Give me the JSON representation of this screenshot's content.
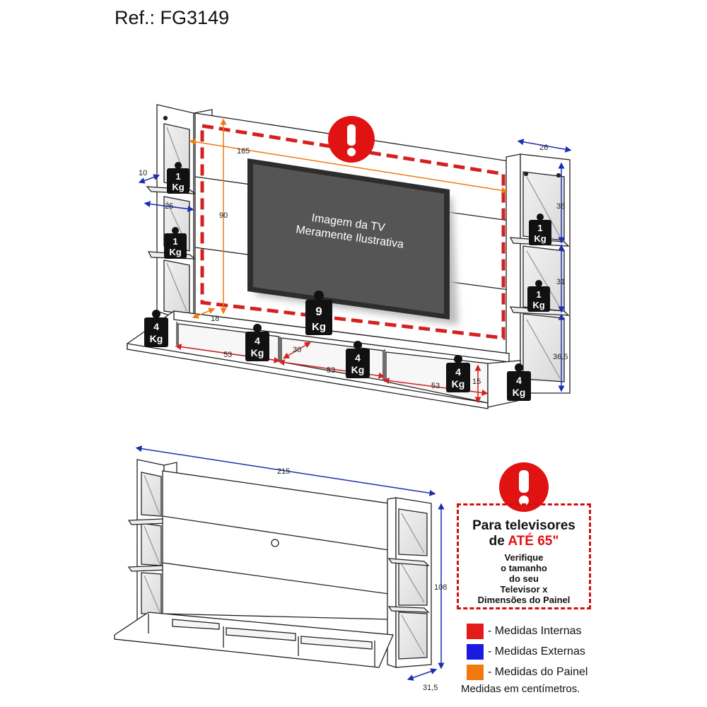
{
  "reference": "Ref.: FG3149",
  "tv_label": [
    "Imagem da TV",
    "Meramente Ilustrativa"
  ],
  "weights": {
    "shelf": "1",
    "tv": "9",
    "drawer": "4",
    "unit": "Kg"
  },
  "dimensions": {
    "top_width_internal": "165",
    "panel_height": "90",
    "side_depth": "26",
    "shelf_depth_10": "10",
    "shelf_width_25": "25",
    "shelf_gap_38": "38",
    "shelf_gap_31": "31",
    "shelf_gap_36": "36,5",
    "base_depth_18": "18",
    "niche_width_left": "53",
    "niche_width_mid": "53",
    "niche_width_right": "53",
    "niche_depth_30": "30",
    "niche_height_15": "15",
    "overall_width": "215",
    "overall_height": "108",
    "overall_depth": "31,5"
  },
  "warning": {
    "title_line1": "Para televisores",
    "title_line2_prefix": "de ",
    "title_line2_highlight": "ATÉ 65\"",
    "body_lines": [
      "Verifique",
      "o tamanho",
      "do seu",
      "Televisor x",
      "Dimensões do Painel"
    ]
  },
  "legend": [
    {
      "label": "- Medidas Internas",
      "color": "#e41b1b"
    },
    {
      "label": "- Medidas Externas",
      "color": "#1a1ae0"
    },
    {
      "label": "- Medidas do Painel",
      "color": "#f07a10"
    }
  ],
  "units_note": "Medidas em centímetros.",
  "colors": {
    "internal": "#d42020",
    "external": "#1a2fb0",
    "panel": "#f07a10",
    "alert": "#e01212"
  }
}
